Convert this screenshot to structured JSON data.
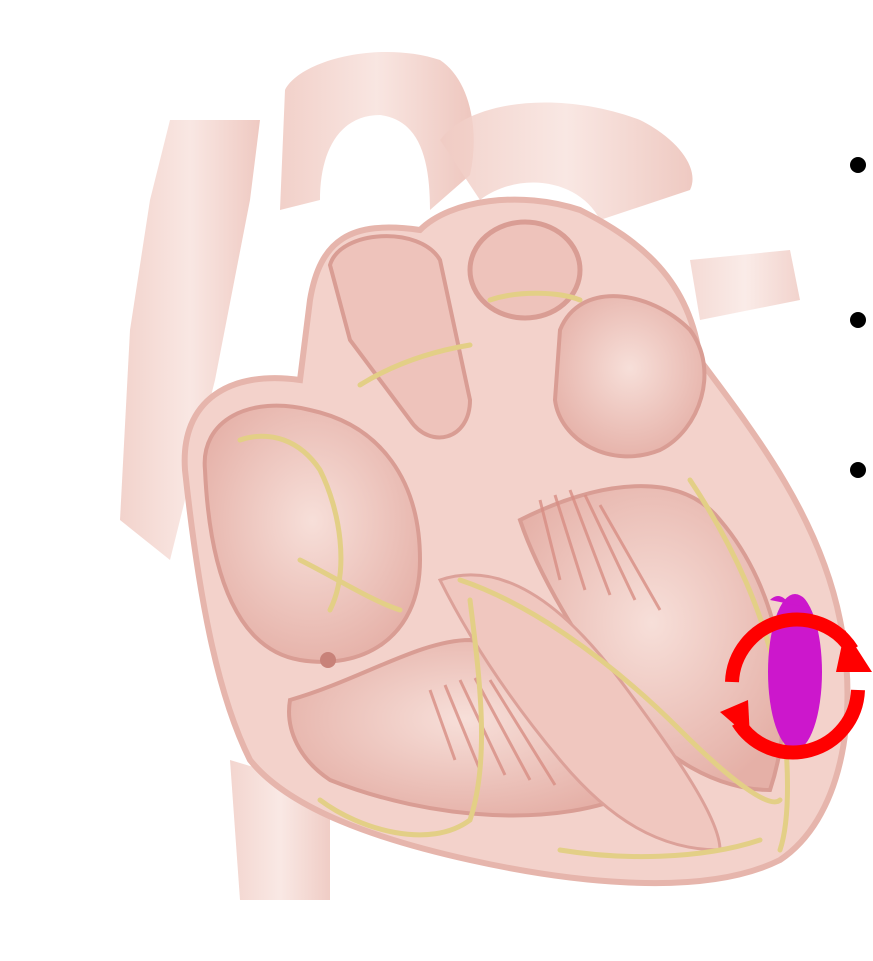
{
  "figure": {
    "subject": "heart-cross-section",
    "bullet_count": 3,
    "colors": {
      "background": "#ffffff",
      "tissue": "#f3d2cb",
      "tissue_dark": "#e2a9a0",
      "conduction": "#e3cf86",
      "focus_blob": "#cc17cc",
      "arrow": "#ff0000",
      "bullet": "#000000"
    },
    "annotation": {
      "arrow_icon": "circular-reentry-arrows",
      "focus_icon": "ectopic-focus"
    }
  }
}
